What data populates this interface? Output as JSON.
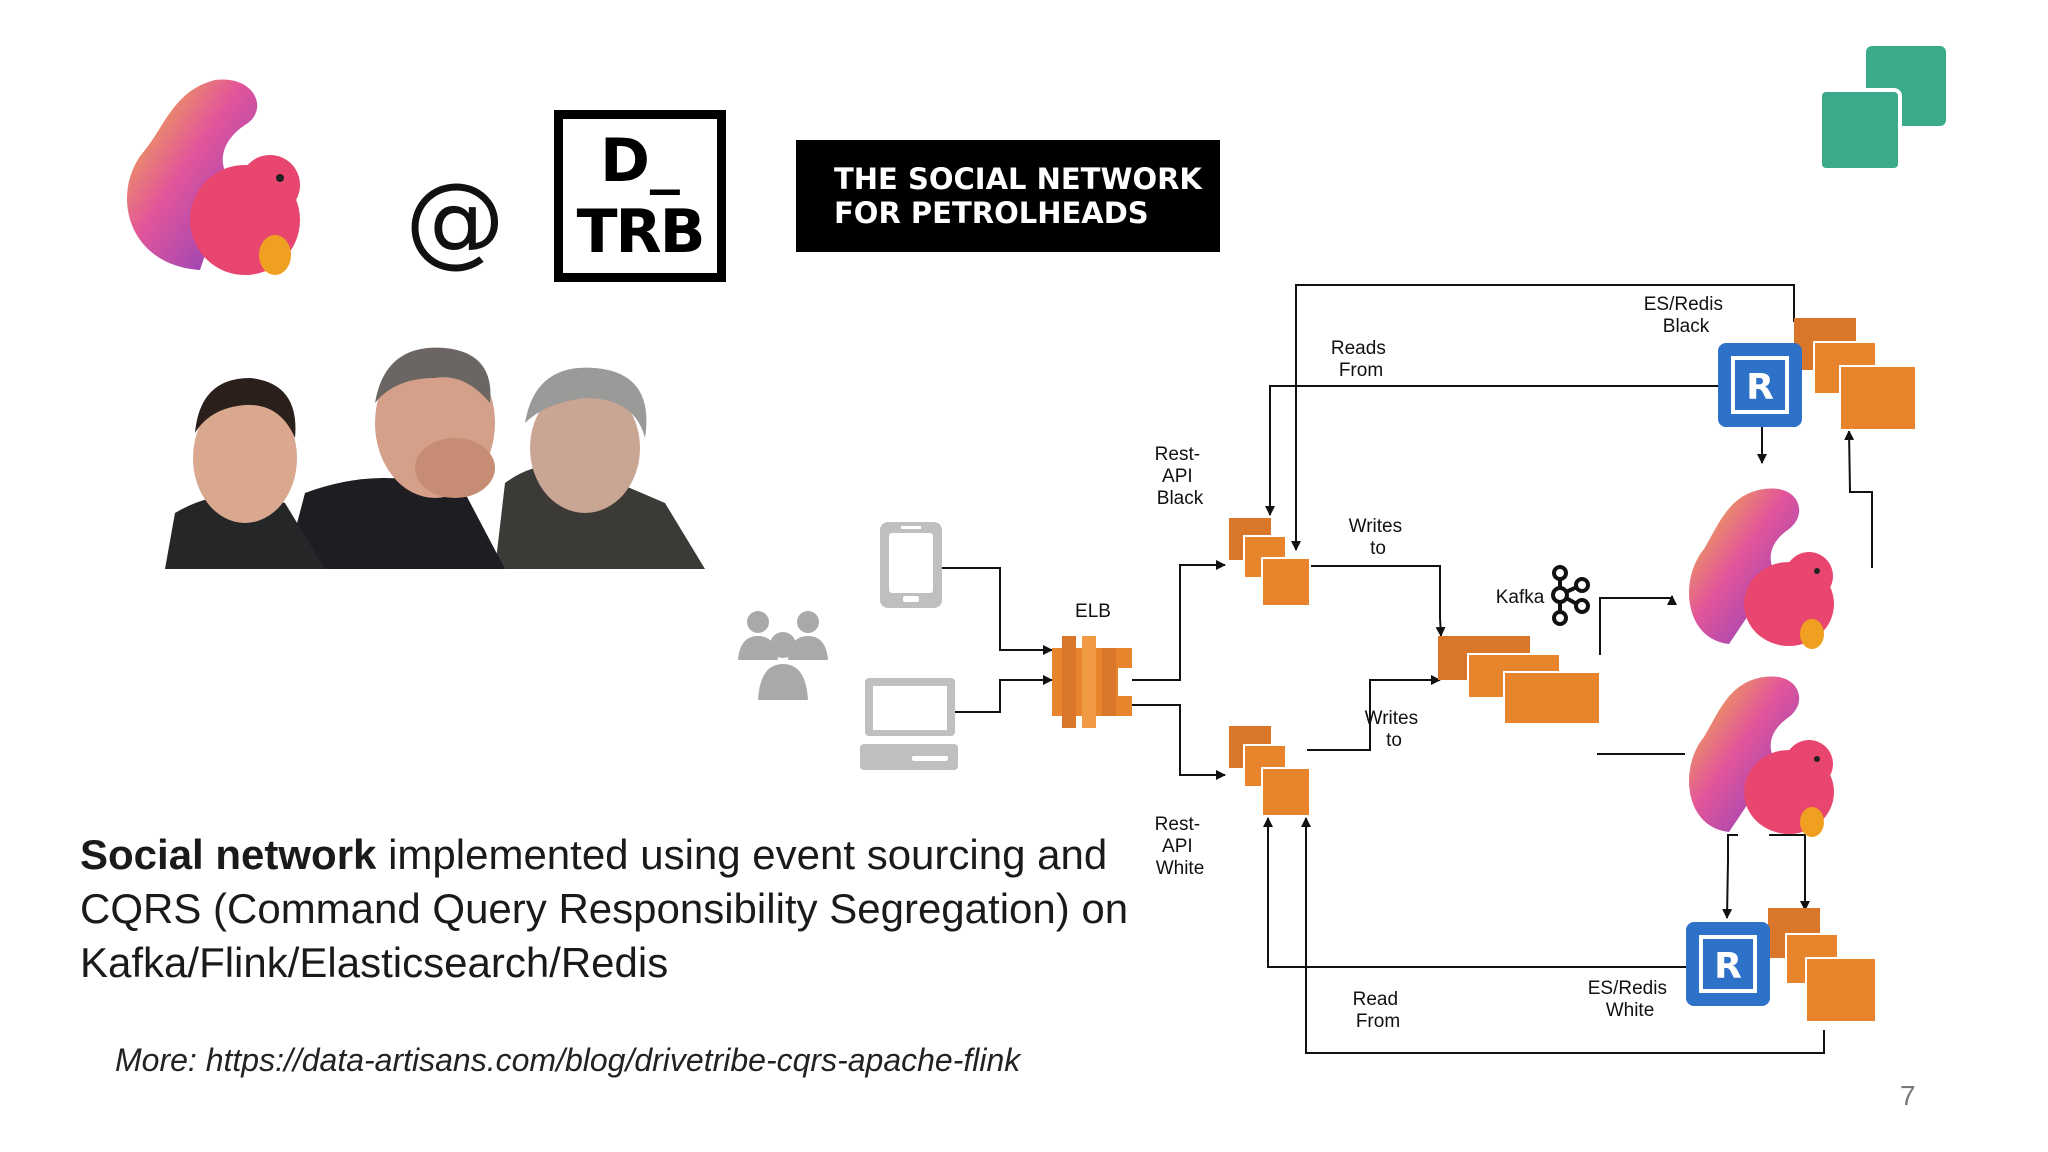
{
  "logos": {
    "at_sign": "@",
    "dtrb_top": "D_",
    "dtrb_bottom": "TRB",
    "banner_line1": "THE SOCIAL NETWORK",
    "banner_line2": "FOR PETROLHEADS"
  },
  "colors": {
    "accent_green": "#3aaa8a",
    "aws_orange": "#e8842c",
    "redis_blue": "#2d72c8",
    "text_dark": "#1a1a1a"
  },
  "diagram": {
    "labels": {
      "es_redis_black": [
        "ES/Redis",
        "Black"
      ],
      "reads_from": [
        "Reads",
        "From"
      ],
      "rest_api_black": [
        "Rest-",
        "API",
        "Black"
      ],
      "writes_to_top": [
        "Writes",
        "to"
      ],
      "kafka": "Kafka",
      "elb": "ELB",
      "writes_to_bottom": [
        "Writes",
        "to"
      ],
      "rest_api_white": [
        "Rest-",
        "API",
        "White"
      ],
      "read_from": [
        "Read",
        "From"
      ],
      "es_redis_white": [
        "ES/Redis",
        "White"
      ]
    },
    "redis_glyph": "R"
  },
  "description": {
    "bold": "Social network",
    "rest": " implemented using event sourcing and CQRS (Command Query Responsibility Segregation) on Kafka/Flink/Elasticsearch/Redis"
  },
  "more_link": "More: https://data-artisans.com/blog/drivetribe-cqrs-apache-flink",
  "page_number": "7"
}
